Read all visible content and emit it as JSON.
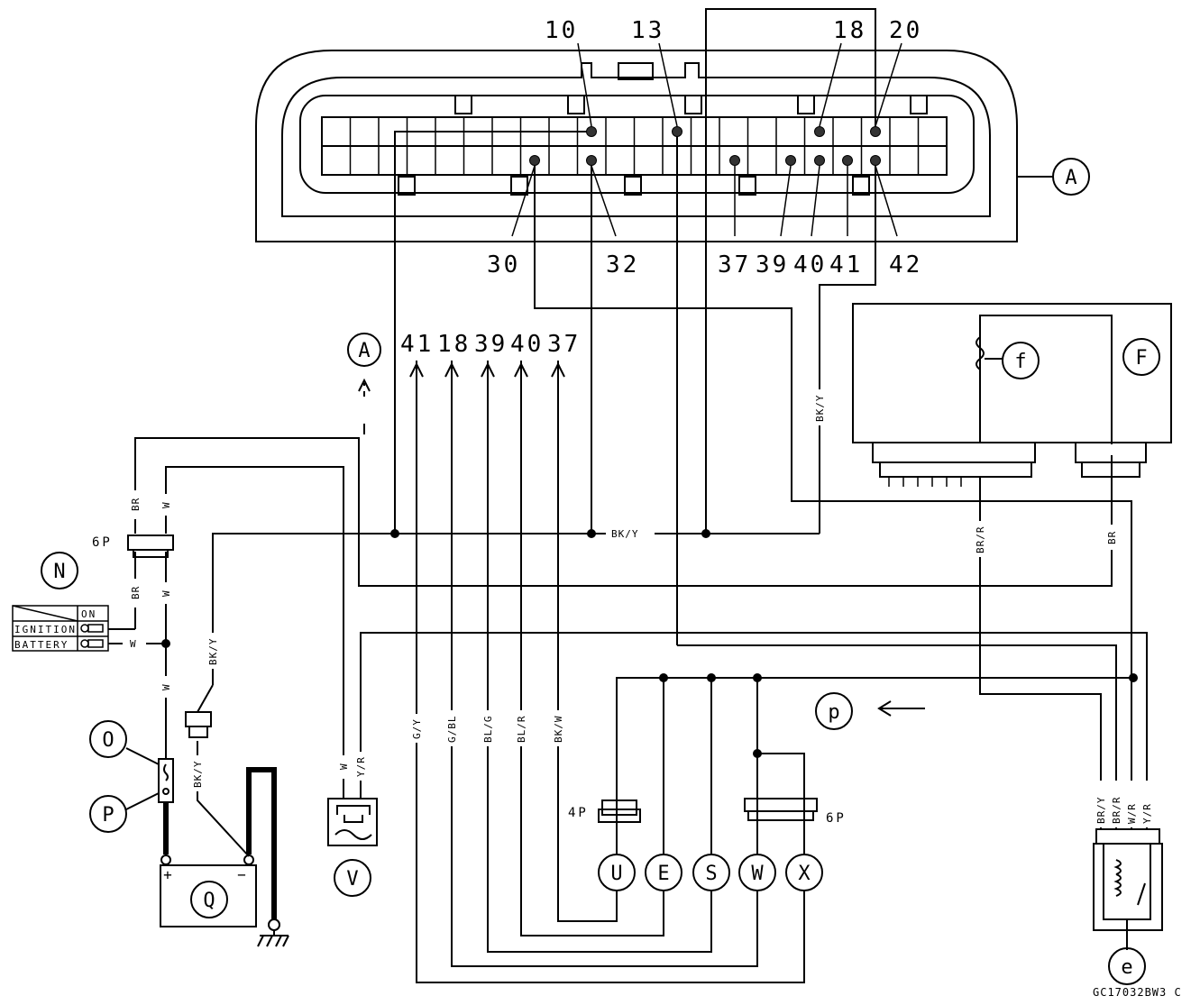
{
  "connector": {
    "top_pins": [
      "10",
      "13",
      "18",
      "20"
    ],
    "bottom_pins": [
      "30",
      "32",
      "37",
      "39",
      "40",
      "41",
      "42"
    ],
    "label": "A"
  },
  "arrow_pins": {
    "label": "A",
    "pins": [
      "41",
      "18",
      "39",
      "40",
      "37"
    ]
  },
  "wire_colors": {
    "bk_y": "BK/Y",
    "br": "BR",
    "w": "W",
    "g_y": "G/Y",
    "g_bl": "G/BL",
    "bl_g": "BL/G",
    "bl_r": "BL/R",
    "bk_w": "BK/W",
    "y_r": "Y/R",
    "br_r": "BR/R",
    "br_y": "BR/Y",
    "w_r": "W/R"
  },
  "connectors": {
    "six_p": "6P",
    "four_p": "4P"
  },
  "ignition_switch": {
    "label": "N",
    "header": "ON",
    "row1": "IGNITION",
    "row2": "BATTERY"
  },
  "components": {
    "O": "O",
    "P": "P",
    "Q": "Q",
    "V": "V",
    "F": "F",
    "f": "f",
    "p": "p",
    "e": "e",
    "U": "U",
    "E": "E",
    "S": "S",
    "W": "W",
    "X": "X"
  },
  "battery_signs": {
    "plus": "+",
    "minus": "−"
  },
  "figure_code": "GC17032BW3 C"
}
